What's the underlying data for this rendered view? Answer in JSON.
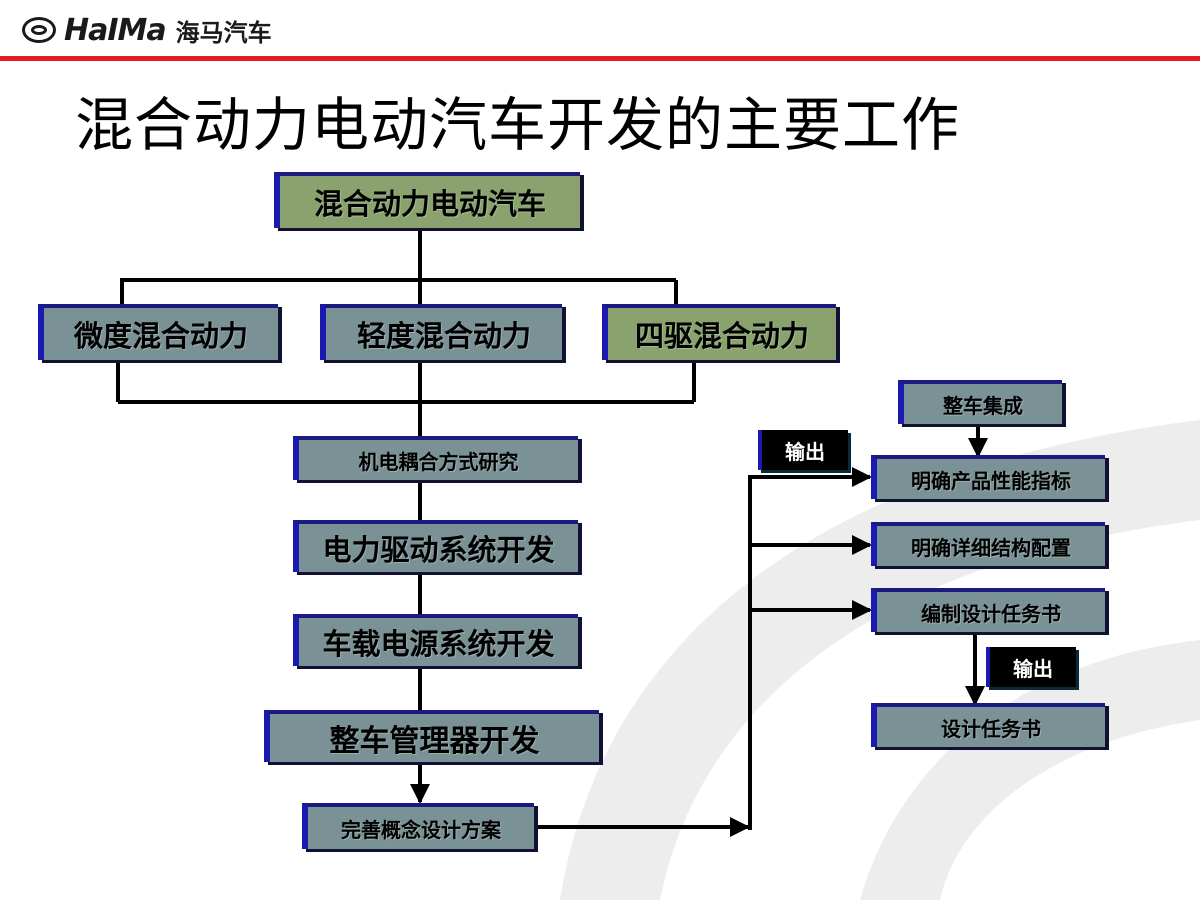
{
  "header": {
    "brand_latin": "HaIMa",
    "brand_cn": "海马汽车",
    "accent_color": "#e31b23"
  },
  "title": "混合动力电动汽车开发的主要工作",
  "nodes": {
    "root": "混合动力电动汽车",
    "micro": "微度混合动力",
    "mild": "轻度混合动力",
    "awd": "四驱混合动力",
    "coupling": "机电耦合方式研究",
    "drive": "电力驱动系统开发",
    "power": "车载电源系统开发",
    "vmu": "整车管理器开发",
    "concept": "完善概念设计方案",
    "integration": "整车集成",
    "perf": "明确产品性能指标",
    "struct": "明确详细结构配置",
    "taskbook_prep": "编制设计任务书",
    "taskbook": "设计任务书"
  },
  "tags": {
    "output_1": "输出",
    "output_2": "输出"
  },
  "colors": {
    "node_fill": "#7a9296",
    "node_green": "#8aa36e",
    "node_edge": "#1a1ab0"
  }
}
